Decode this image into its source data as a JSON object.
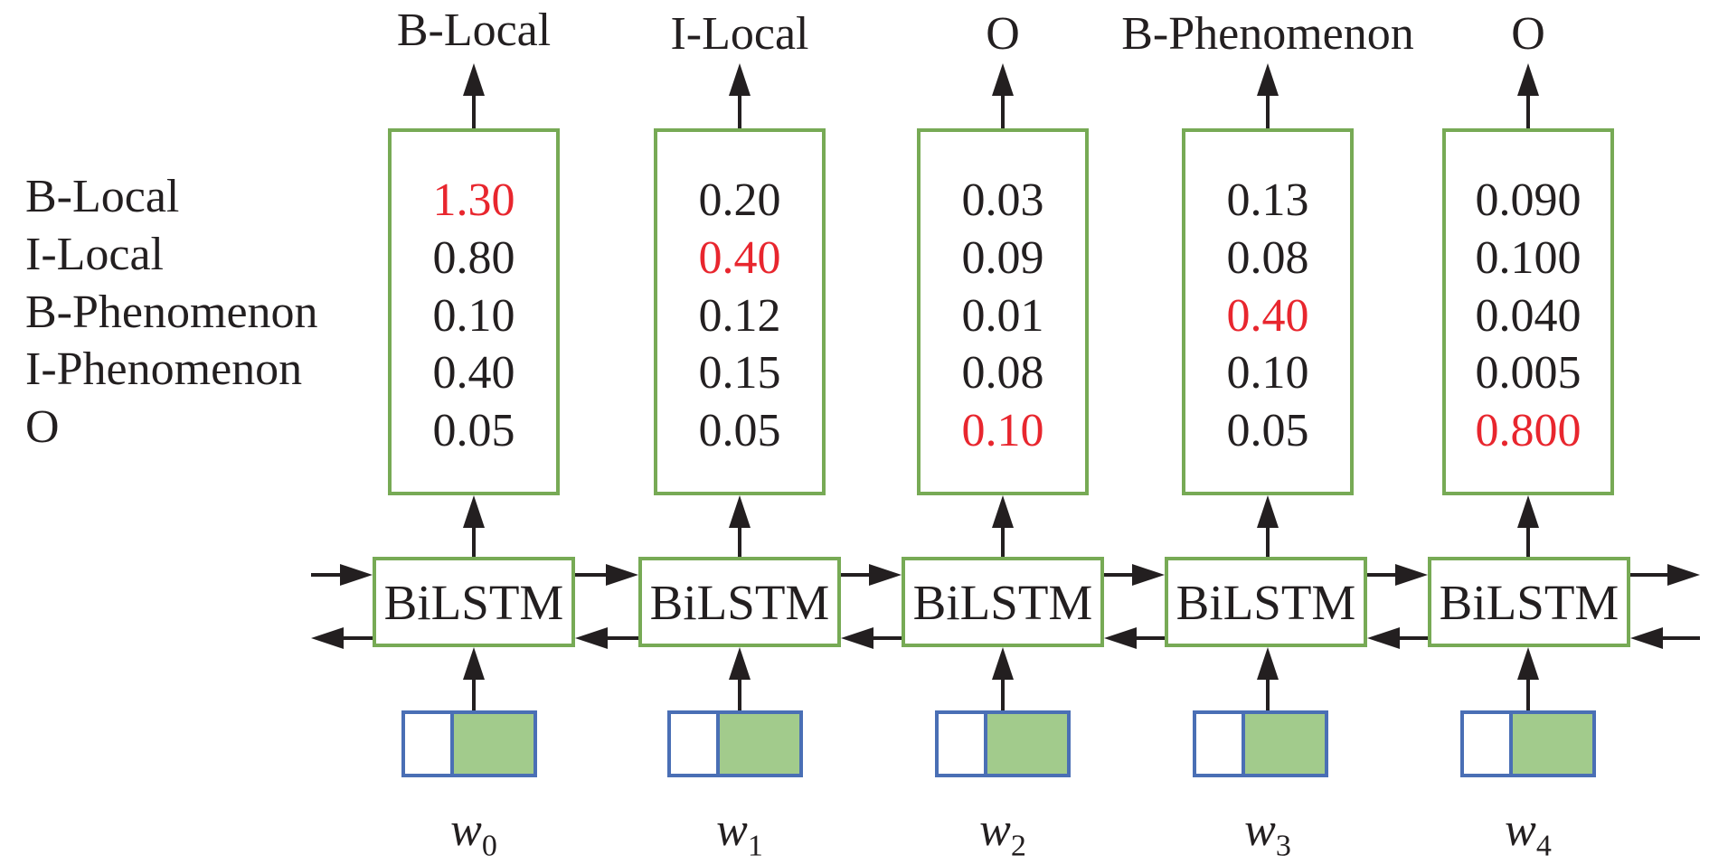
{
  "row_labels": [
    "B-Local",
    "I-Local",
    "B-Phenomenon",
    "I-Phenomenon",
    "O"
  ],
  "highlight_color": "#e8262e",
  "box_color": "#77aa55",
  "embedding_border_color": "#4a6fb5",
  "embedding_fill_color": "#a2cb8c",
  "columns": [
    {
      "output_tag": "B-Local",
      "scores": [
        "1.30",
        "0.80",
        "0.10",
        "0.40",
        "0.05"
      ],
      "highlight_index": 0,
      "cell_label": "BiLSTM",
      "word": "w",
      "word_sub": "0"
    },
    {
      "output_tag": "I-Local",
      "scores": [
        "0.20",
        "0.40",
        "0.12",
        "0.15",
        "0.05"
      ],
      "highlight_index": 1,
      "cell_label": "BiLSTM",
      "word": "w",
      "word_sub": "1"
    },
    {
      "output_tag": "O",
      "scores": [
        "0.03",
        "0.09",
        "0.01",
        "0.08",
        "0.10"
      ],
      "highlight_index": 4,
      "cell_label": "BiLSTM",
      "word": "w",
      "word_sub": "2"
    },
    {
      "output_tag": "B-Phenomenon",
      "scores": [
        "0.13",
        "0.08",
        "0.40",
        "0.10",
        "0.05"
      ],
      "highlight_index": 2,
      "cell_label": "BiLSTM",
      "word": "w",
      "word_sub": "3"
    },
    {
      "output_tag": "O",
      "scores": [
        "0.090",
        "0.100",
        "0.040",
        "0.005",
        "0.800"
      ],
      "highlight_index": 4,
      "cell_label": "BiLSTM",
      "word": "w",
      "word_sub": "4"
    }
  ]
}
